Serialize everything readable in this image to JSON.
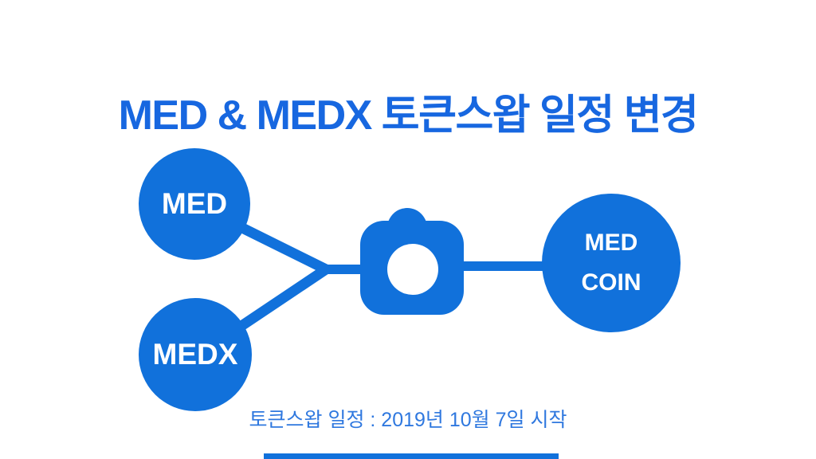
{
  "title": "MED & MEDX 토큰스왑 일정 변경",
  "caption": "토큰스왑 일정 : 2019년 10월 7일 시작",
  "diagram": {
    "nodes": [
      {
        "id": "med",
        "label": "MED"
      },
      {
        "id": "medx",
        "label": "MEDX"
      },
      {
        "id": "medcoin",
        "label": "MED COIN",
        "label_lines": [
          "MED",
          "COIN"
        ]
      }
    ],
    "center_icon": "camera-icon",
    "connections": [
      "MED to camera junction",
      "MEDX to camera junction",
      "camera to MED COIN"
    ]
  },
  "colors": {
    "brand_blue": "#1171DB",
    "title_blue": "#1767E0",
    "caption_blue": "#2F78DF",
    "node_text": "#FFFFFF",
    "background": "#FFFFFF"
  }
}
